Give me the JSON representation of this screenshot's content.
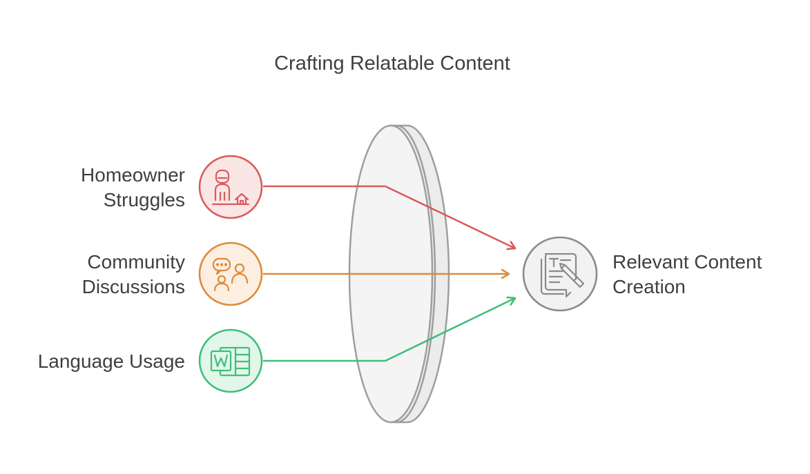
{
  "title": "Crafting Relatable Content",
  "inputs": [
    {
      "label_lines": [
        "Homeowner",
        "Struggles"
      ],
      "icon": "homeowner-icon",
      "color": "#d95b5b",
      "fill": "#fbe6e6"
    },
    {
      "label_lines": [
        "Community",
        "Discussions"
      ],
      "icon": "community-discussion-icon",
      "color": "#dc8a3a",
      "fill": "#fcefe1"
    },
    {
      "label_lines": [
        "Language Usage"
      ],
      "icon": "word-document-icon",
      "color": "#3fbe7a",
      "fill": "#e3f6ea"
    }
  ],
  "output": {
    "label_lines": [
      "Relevant Content",
      "Creation"
    ],
    "icon": "content-writing-icon",
    "color": "#8a8a8a",
    "fill": "#f2f2f2"
  },
  "lens": {
    "stroke": "#9e9e9e",
    "fill": "#f4f4f4"
  }
}
